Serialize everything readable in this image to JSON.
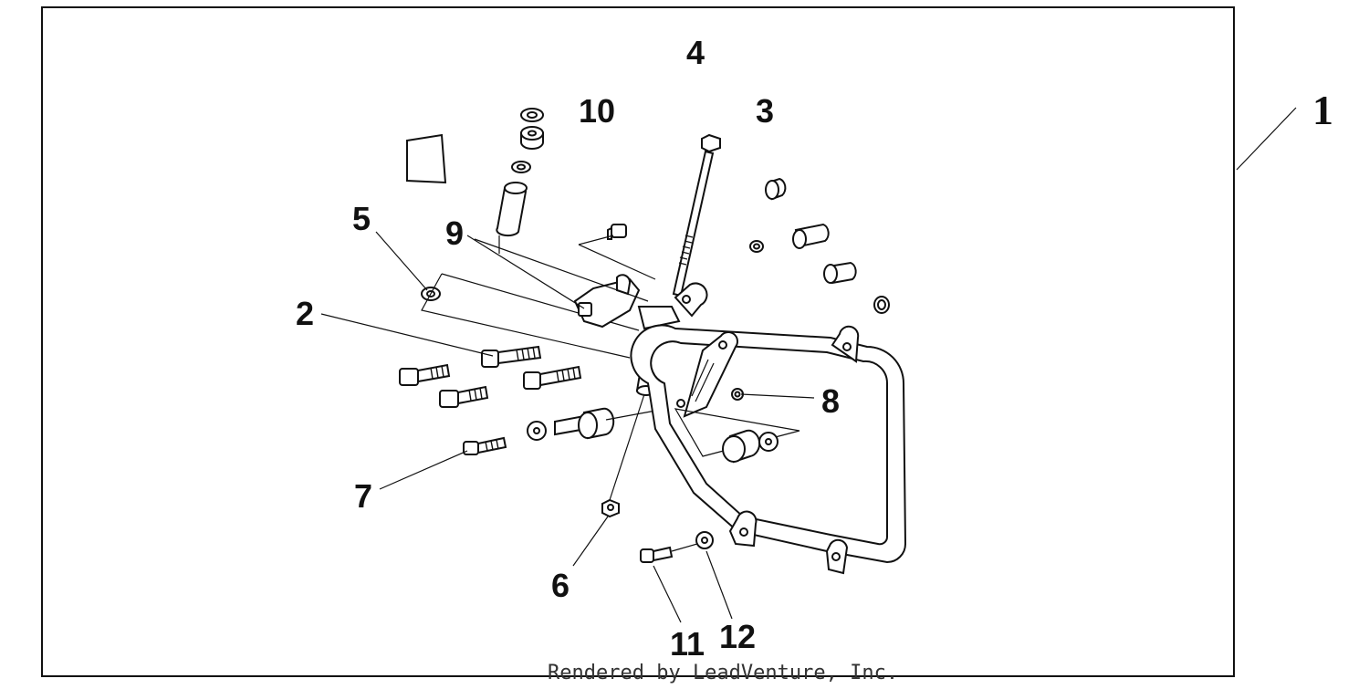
{
  "diagram": {
    "callouts": [
      {
        "id": "c1",
        "label": "1"
      },
      {
        "id": "c2",
        "label": "2"
      },
      {
        "id": "c3",
        "label": "3"
      },
      {
        "id": "c4",
        "label": "4"
      },
      {
        "id": "c5",
        "label": "5"
      },
      {
        "id": "c6",
        "label": "6"
      },
      {
        "id": "c7",
        "label": "7"
      },
      {
        "id": "c8",
        "label": "8"
      },
      {
        "id": "c9",
        "label": "9"
      },
      {
        "id": "c10",
        "label": "10"
      },
      {
        "id": "c11",
        "label": "11"
      },
      {
        "id": "c12",
        "label": "12"
      }
    ],
    "footer": "Rendered by LeadVenture, Inc."
  }
}
